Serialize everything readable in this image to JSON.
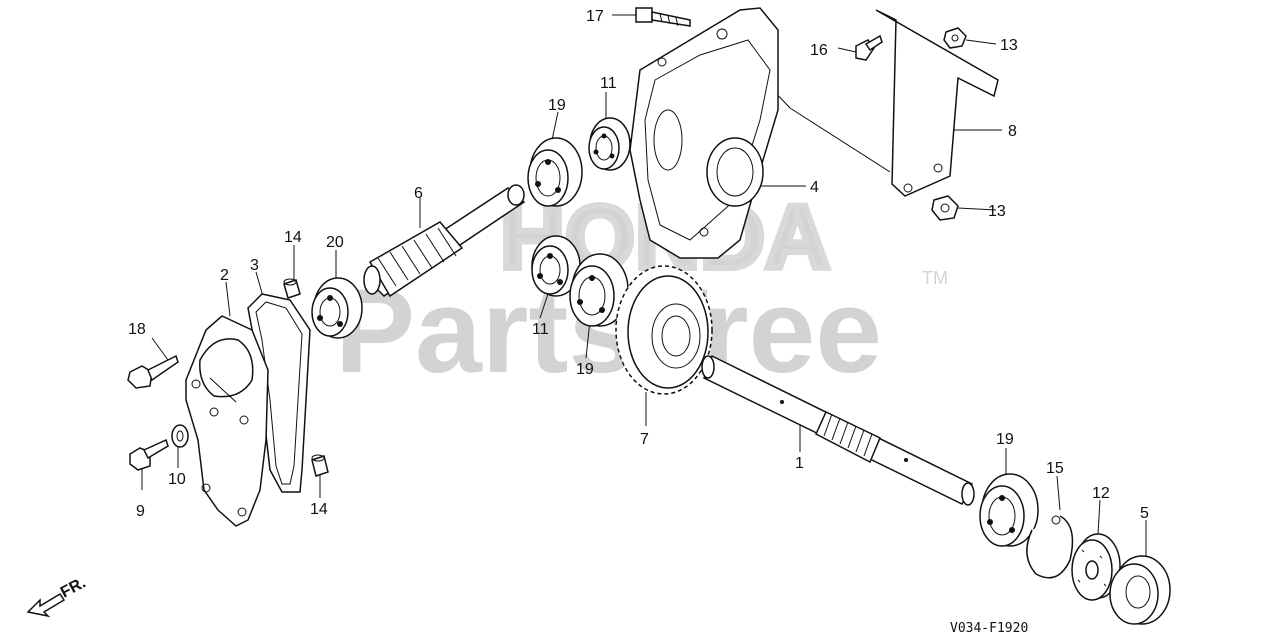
{
  "watermark": {
    "brand": "HONDA",
    "text": "PartsTree",
    "tm": "TM"
  },
  "diagram_code": "V034-F1920",
  "direction_label": "FR.",
  "callouts": [
    "17",
    "16",
    "13",
    "13",
    "8",
    "11",
    "19",
    "4",
    "6",
    "20",
    "14",
    "3",
    "2",
    "18",
    "11",
    "19",
    "7",
    "10",
    "9",
    "14",
    "1",
    "19",
    "15",
    "12",
    "5"
  ]
}
